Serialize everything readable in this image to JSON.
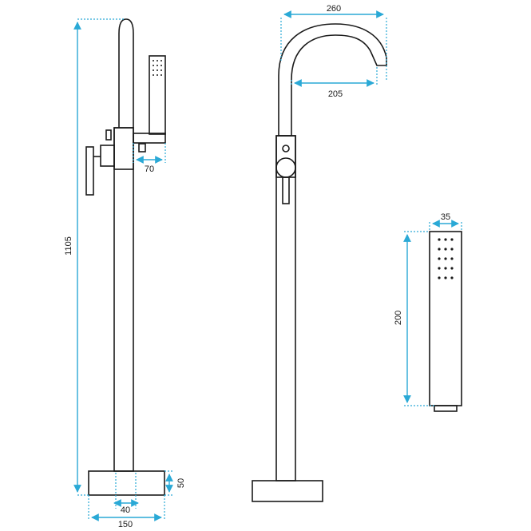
{
  "dimensions": {
    "total_height": "1105",
    "handshower_offset": "70",
    "base_height": "50",
    "pipe_width": "40",
    "base_width": "150",
    "spout_reach_outer": "260",
    "spout_reach_inner": "205",
    "handshower_width": "35",
    "handshower_length": "200"
  },
  "colors": {
    "dimension_lines": "#2aa9d6",
    "outline": "#1a1a1a",
    "background": "#ffffff"
  }
}
